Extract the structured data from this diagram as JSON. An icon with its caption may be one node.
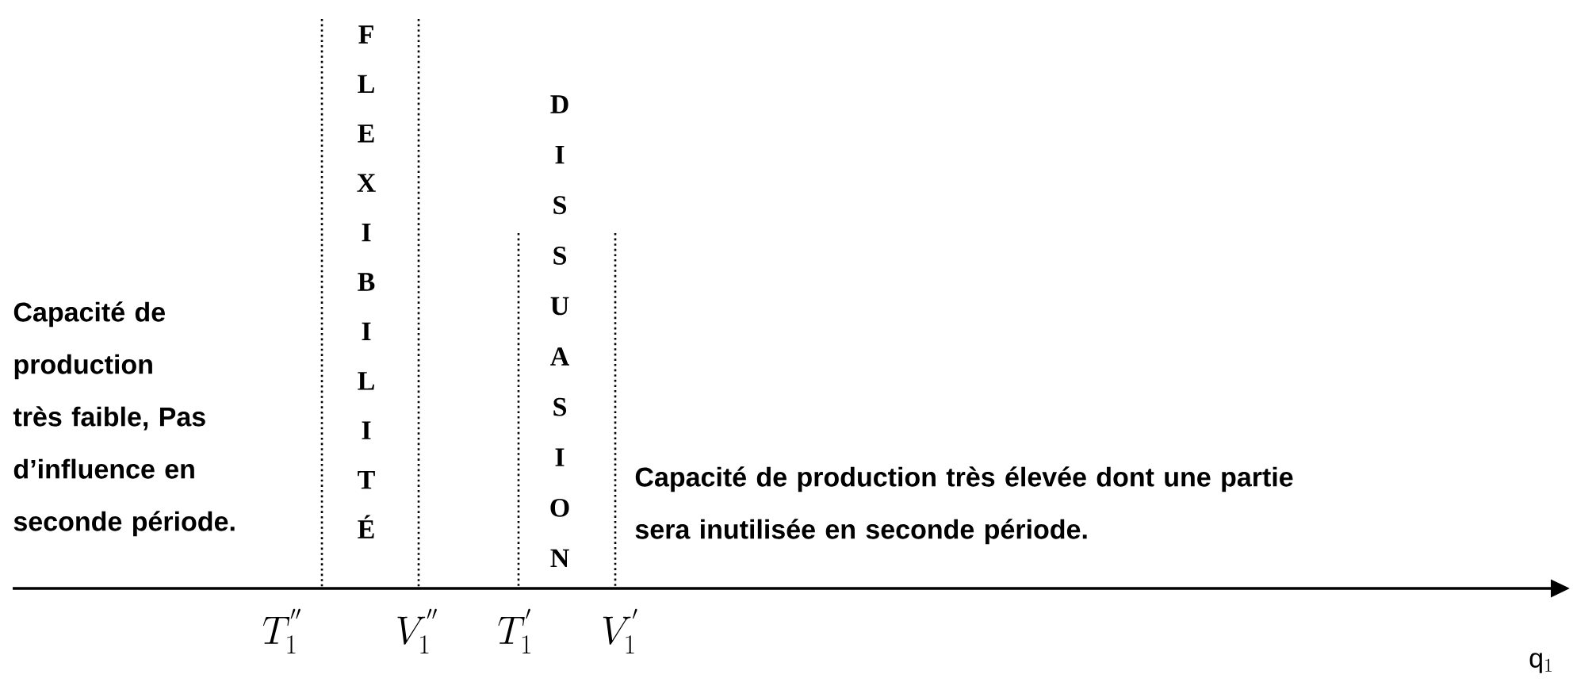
{
  "diagram": {
    "labels": [
      "FLEXIBILITÉ",
      "DISSUASION",
      "Capacité de production très faible, Pas d’influence en seconde période.",
      "Capacité de production très élevée dont une partie sera inutilisée en seconde période.",
      "T_1^{''}",
      "V_1^{''}",
      "T_1^{'}",
      "V_1^{'}",
      "\\mathrm{q}_1"
    ]
  }
}
